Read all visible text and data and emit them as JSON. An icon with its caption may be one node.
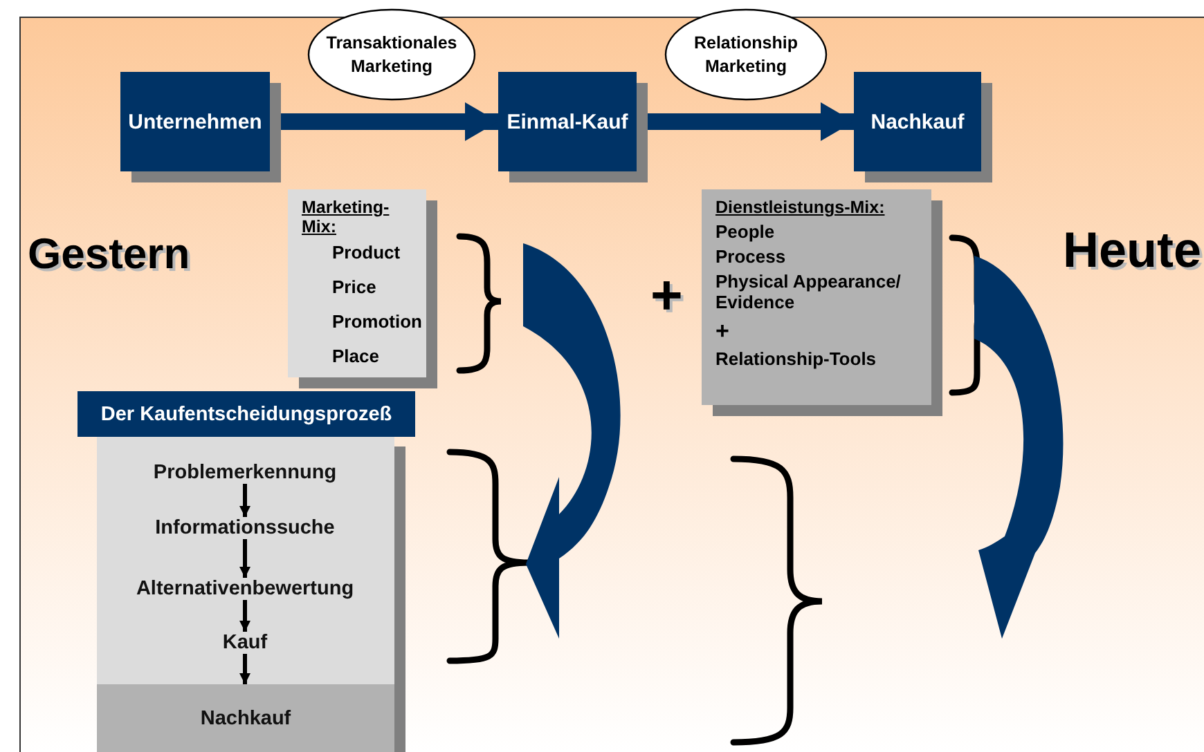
{
  "diagram": {
    "nodes": [
      {
        "text": [
          "Unternehmen"
        ]
      },
      {
        "text": [
          "Einmal-Kauf"
        ]
      },
      {
        "text": [
          "Nachkauf"
        ]
      },
      {
        "text": [
          "Transaktionales Marketing"
        ]
      },
      {
        "text": [
          "Relationship Marketing"
        ]
      },
      {
        "text": [
          "Marketing-Mix:",
          "Product",
          "Price",
          "Promotion",
          "Place"
        ]
      },
      {
        "text": [
          "Dienstleistungs-Mix:",
          "People",
          "Process",
          "Physical Appearance/ Evidence",
          "+",
          "Relationship-Tools"
        ]
      },
      {
        "text": [
          "Der Kaufentscheidungsprozeß"
        ]
      },
      {
        "text": [
          "Problemerkennung"
        ],
        "in": 7
      },
      {
        "text": [
          "Informationssuche"
        ],
        "in": 7
      },
      {
        "text": [
          "Alternativenbewertung"
        ],
        "in": 7
      },
      {
        "text": [
          "Kauf"
        ],
        "in": 7
      },
      {
        "text": [
          "Nachkauf"
        ],
        "in": 7
      }
    ],
    "edges": [
      {
        "from": 0,
        "to": 1,
        "arrow": "to",
        "style": "thick",
        "color": "#003366"
      },
      {
        "from": 1,
        "to": 2,
        "arrow": "to",
        "style": "thick",
        "color": "#003366"
      },
      {
        "from": 8,
        "to": 9,
        "arrow": "to"
      },
      {
        "from": 9,
        "to": 10,
        "arrow": "to"
      },
      {
        "from": 10,
        "to": 11,
        "arrow": "to"
      },
      {
        "from": 11,
        "to": 12,
        "arrow": "to"
      }
    ],
    "labels": [
      "Gestern",
      "+",
      "Heute"
    ]
  }
}
